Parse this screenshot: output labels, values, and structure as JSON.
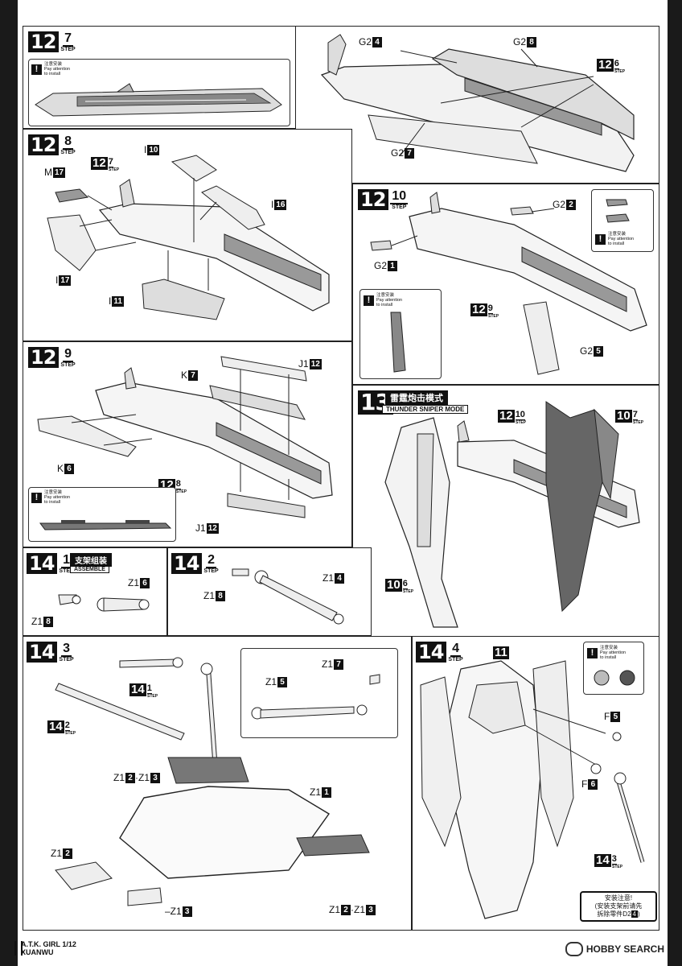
{
  "steps": {
    "s12_7": {
      "major": "12",
      "minor": "7",
      "step": "STEP"
    },
    "s12_8": {
      "major": "12",
      "minor": "8",
      "step": "STEP"
    },
    "s12_10": {
      "major": "12",
      "minor": "10",
      "step": "STEP"
    },
    "s12_9": {
      "major": "12",
      "minor": "9",
      "step": "STEP"
    },
    "s13": {
      "major": "13",
      "title_cn": "雷霆炮击模式",
      "title_en": "THUNDER SNIPER MODE"
    },
    "s14_1": {
      "major": "14",
      "minor": "1",
      "step": "STEP",
      "title_cn": "支架组装",
      "title_en": "ASSEMBLE"
    },
    "s14_2": {
      "major": "14",
      "minor": "2",
      "step": "STEP"
    },
    "s14_3": {
      "major": "14",
      "minor": "3",
      "step": "STEP"
    },
    "s14_4": {
      "major": "14",
      "minor": "4",
      "step": "STEP"
    }
  },
  "refs": {
    "r12_6": {
      "major": "12",
      "minor": "6",
      "step": "STEP"
    },
    "r12_7": {
      "major": "12",
      "minor": "7",
      "step": "STEP"
    },
    "r12_9": {
      "major": "12",
      "minor": "9",
      "step": "STEP"
    },
    "r12_8": {
      "major": "12",
      "minor": "8",
      "step": "STEP"
    },
    "r12_10": {
      "major": "12",
      "minor": "10",
      "step": "STEP"
    },
    "r10_7": {
      "major": "10",
      "minor": "7",
      "step": "STEP"
    },
    "r10_6": {
      "major": "10",
      "minor": "6",
      "step": "STEP"
    },
    "r14_1": {
      "major": "14",
      "minor": "1",
      "step": "STEP"
    },
    "r14_2": {
      "major": "14",
      "minor": "2",
      "step": "STEP"
    },
    "r14_3": {
      "major": "14",
      "minor": "3",
      "step": "STEP"
    },
    "r11": {
      "major": "11"
    }
  },
  "attention": {
    "cn": "注意安装",
    "en1": "Pay attention",
    "en2": "to install"
  },
  "parts": {
    "g2_4": {
      "name": "G2",
      "num": "4"
    },
    "g2_8": {
      "name": "G2",
      "num": "8"
    },
    "g2_7": {
      "name": "G2",
      "num": "7"
    },
    "i10": {
      "name": "I",
      "num": "10"
    },
    "m17": {
      "name": "M",
      "num": "17"
    },
    "i16": {
      "name": "I",
      "num": "16"
    },
    "i17": {
      "name": "I",
      "num": "17"
    },
    "i11": {
      "name": "I",
      "num": "11"
    },
    "g2_2": {
      "name": "G2",
      "num": "2"
    },
    "g2_1": {
      "name": "G2",
      "num": "1"
    },
    "g2_5": {
      "name": "G2",
      "num": "5"
    },
    "k7": {
      "name": "K",
      "num": "7"
    },
    "j1_12a": {
      "name": "J1",
      "num": "12"
    },
    "k6": {
      "name": "K",
      "num": "6"
    },
    "j1_12b": {
      "name": "J1",
      "num": "12"
    },
    "z1_6": {
      "name": "Z1",
      "num": "6"
    },
    "z1_8a": {
      "name": "Z1",
      "num": "8"
    },
    "z1_4": {
      "name": "Z1",
      "num": "4"
    },
    "z1_8b": {
      "name": "Z1",
      "num": "8"
    },
    "z1_7": {
      "name": "Z1",
      "num": "7"
    },
    "z1_5": {
      "name": "Z1",
      "num": "5"
    },
    "z1_23a": {
      "name": "Z1",
      "num": "2",
      "num2": "3",
      "sep": "·Z1"
    },
    "z1_1": {
      "name": "Z1",
      "num": "1"
    },
    "z1_2": {
      "name": "Z1",
      "num": "2"
    },
    "z1_23b": {
      "name": "Z1",
      "num": "2",
      "num2": "3",
      "sep": "·Z1"
    },
    "z1_3": {
      "name": "–Z1",
      "num": "3"
    },
    "f5": {
      "name": "F",
      "num": "5"
    },
    "f6": {
      "name": "F",
      "num": "6"
    }
  },
  "callouts": {
    "n1": "1",
    "n2": "2",
    "n3": "3",
    "n4": "4"
  },
  "notice": {
    "l1": "安装注意!",
    "l2": "(安装支架前请先",
    "l3": "拆除零件D2",
    "num": "4",
    "end": ")"
  },
  "footer": {
    "l1": "A.T.K. GIRL 1/12",
    "l2": "XUANWU"
  },
  "watermark": "HOBBY SEARCH"
}
